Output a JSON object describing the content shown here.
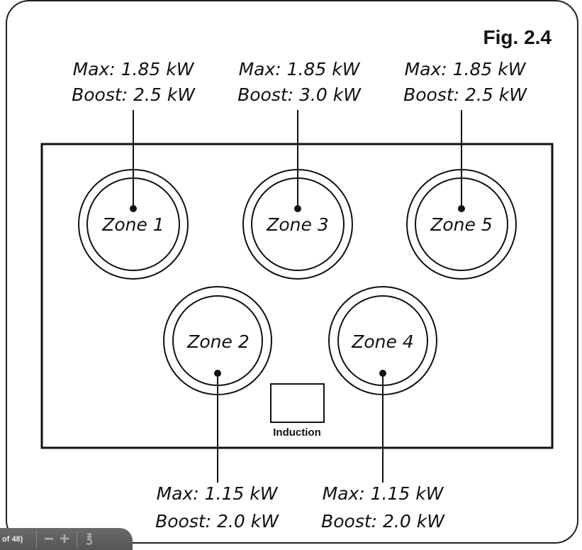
{
  "figure_label": "Fig. 2.4",
  "cooktop_label": "Induction",
  "zones": [
    {
      "name": "Zone 1",
      "max": "Max: 1.85 kW",
      "boost": "Boost: 2.5 kW"
    },
    {
      "name": "Zone 2",
      "max": "Max: 1.15 kW",
      "boost": "Boost: 2.0 kW"
    },
    {
      "name": "Zone 3",
      "max": "Max: 1.85 kW",
      "boost": "Boost: 3.0 kW"
    },
    {
      "name": "Zone 4",
      "max": "Max: 1.15 kW",
      "boost": "Boost: 2.0 kW"
    },
    {
      "name": "Zone 5",
      "max": "Max: 1.85 kW",
      "boost": "Boost: 2.5 kW"
    }
  ],
  "viewer_toolbar": {
    "page_text": "of 48)",
    "zoom_out_icon": "minus-icon",
    "zoom_in_icon": "plus-icon",
    "tool_icon": "acrobat-icon"
  }
}
